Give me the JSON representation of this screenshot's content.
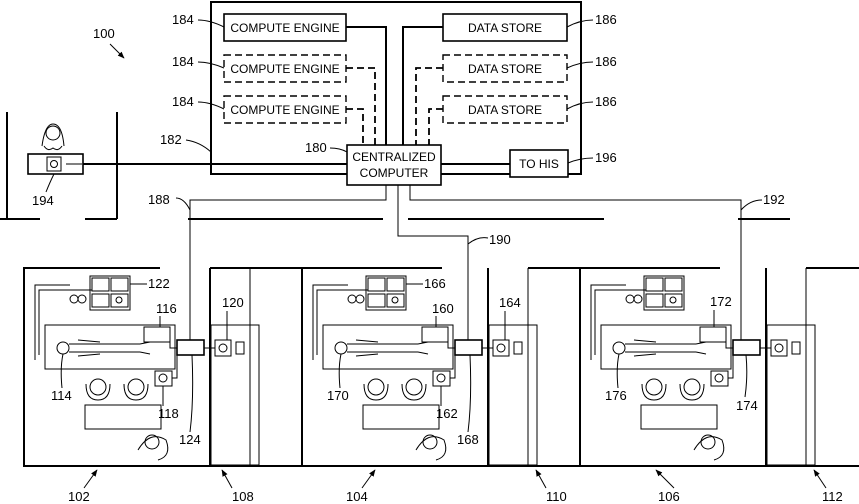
{
  "figure_number": "100",
  "server": {
    "ref": "182",
    "compute_engines": [
      {
        "label": "COMPUTE ENGINE",
        "ref": "184",
        "style": "solid"
      },
      {
        "label": "COMPUTE ENGINE",
        "ref": "184",
        "style": "dashed"
      },
      {
        "label": "COMPUTE ENGINE",
        "ref": "184",
        "style": "dashed"
      }
    ],
    "data_stores": [
      {
        "label": "DATA STORE",
        "ref": "186",
        "style": "solid"
      },
      {
        "label": "DATA STORE",
        "ref": "186",
        "style": "dashed"
      },
      {
        "label": "DATA STORE",
        "ref": "186",
        "style": "dashed"
      }
    ],
    "central": {
      "line1": "CENTRALIZED",
      "line2": "COMPUTER",
      "ref": "180"
    },
    "his": {
      "label": "TO HIS",
      "ref": "196"
    }
  },
  "nurse_station": {
    "ref": "194"
  },
  "links": {
    "room1": "188",
    "room2": "190",
    "room3": "192"
  },
  "rooms": [
    {
      "room": "102",
      "corridor": "108",
      "bed_unit": "116",
      "monitor": "122",
      "patient": "114",
      "camera": "118",
      "hall_device": "120",
      "junction": "124"
    },
    {
      "room": "104",
      "corridor": "110",
      "bed_unit": "160",
      "monitor": "166",
      "patient": "170",
      "camera": "162",
      "hall_device": "164",
      "junction": "168"
    },
    {
      "room": "106",
      "corridor": "112",
      "bed_unit": "172",
      "patient": "176",
      "camera": "174"
    }
  ]
}
